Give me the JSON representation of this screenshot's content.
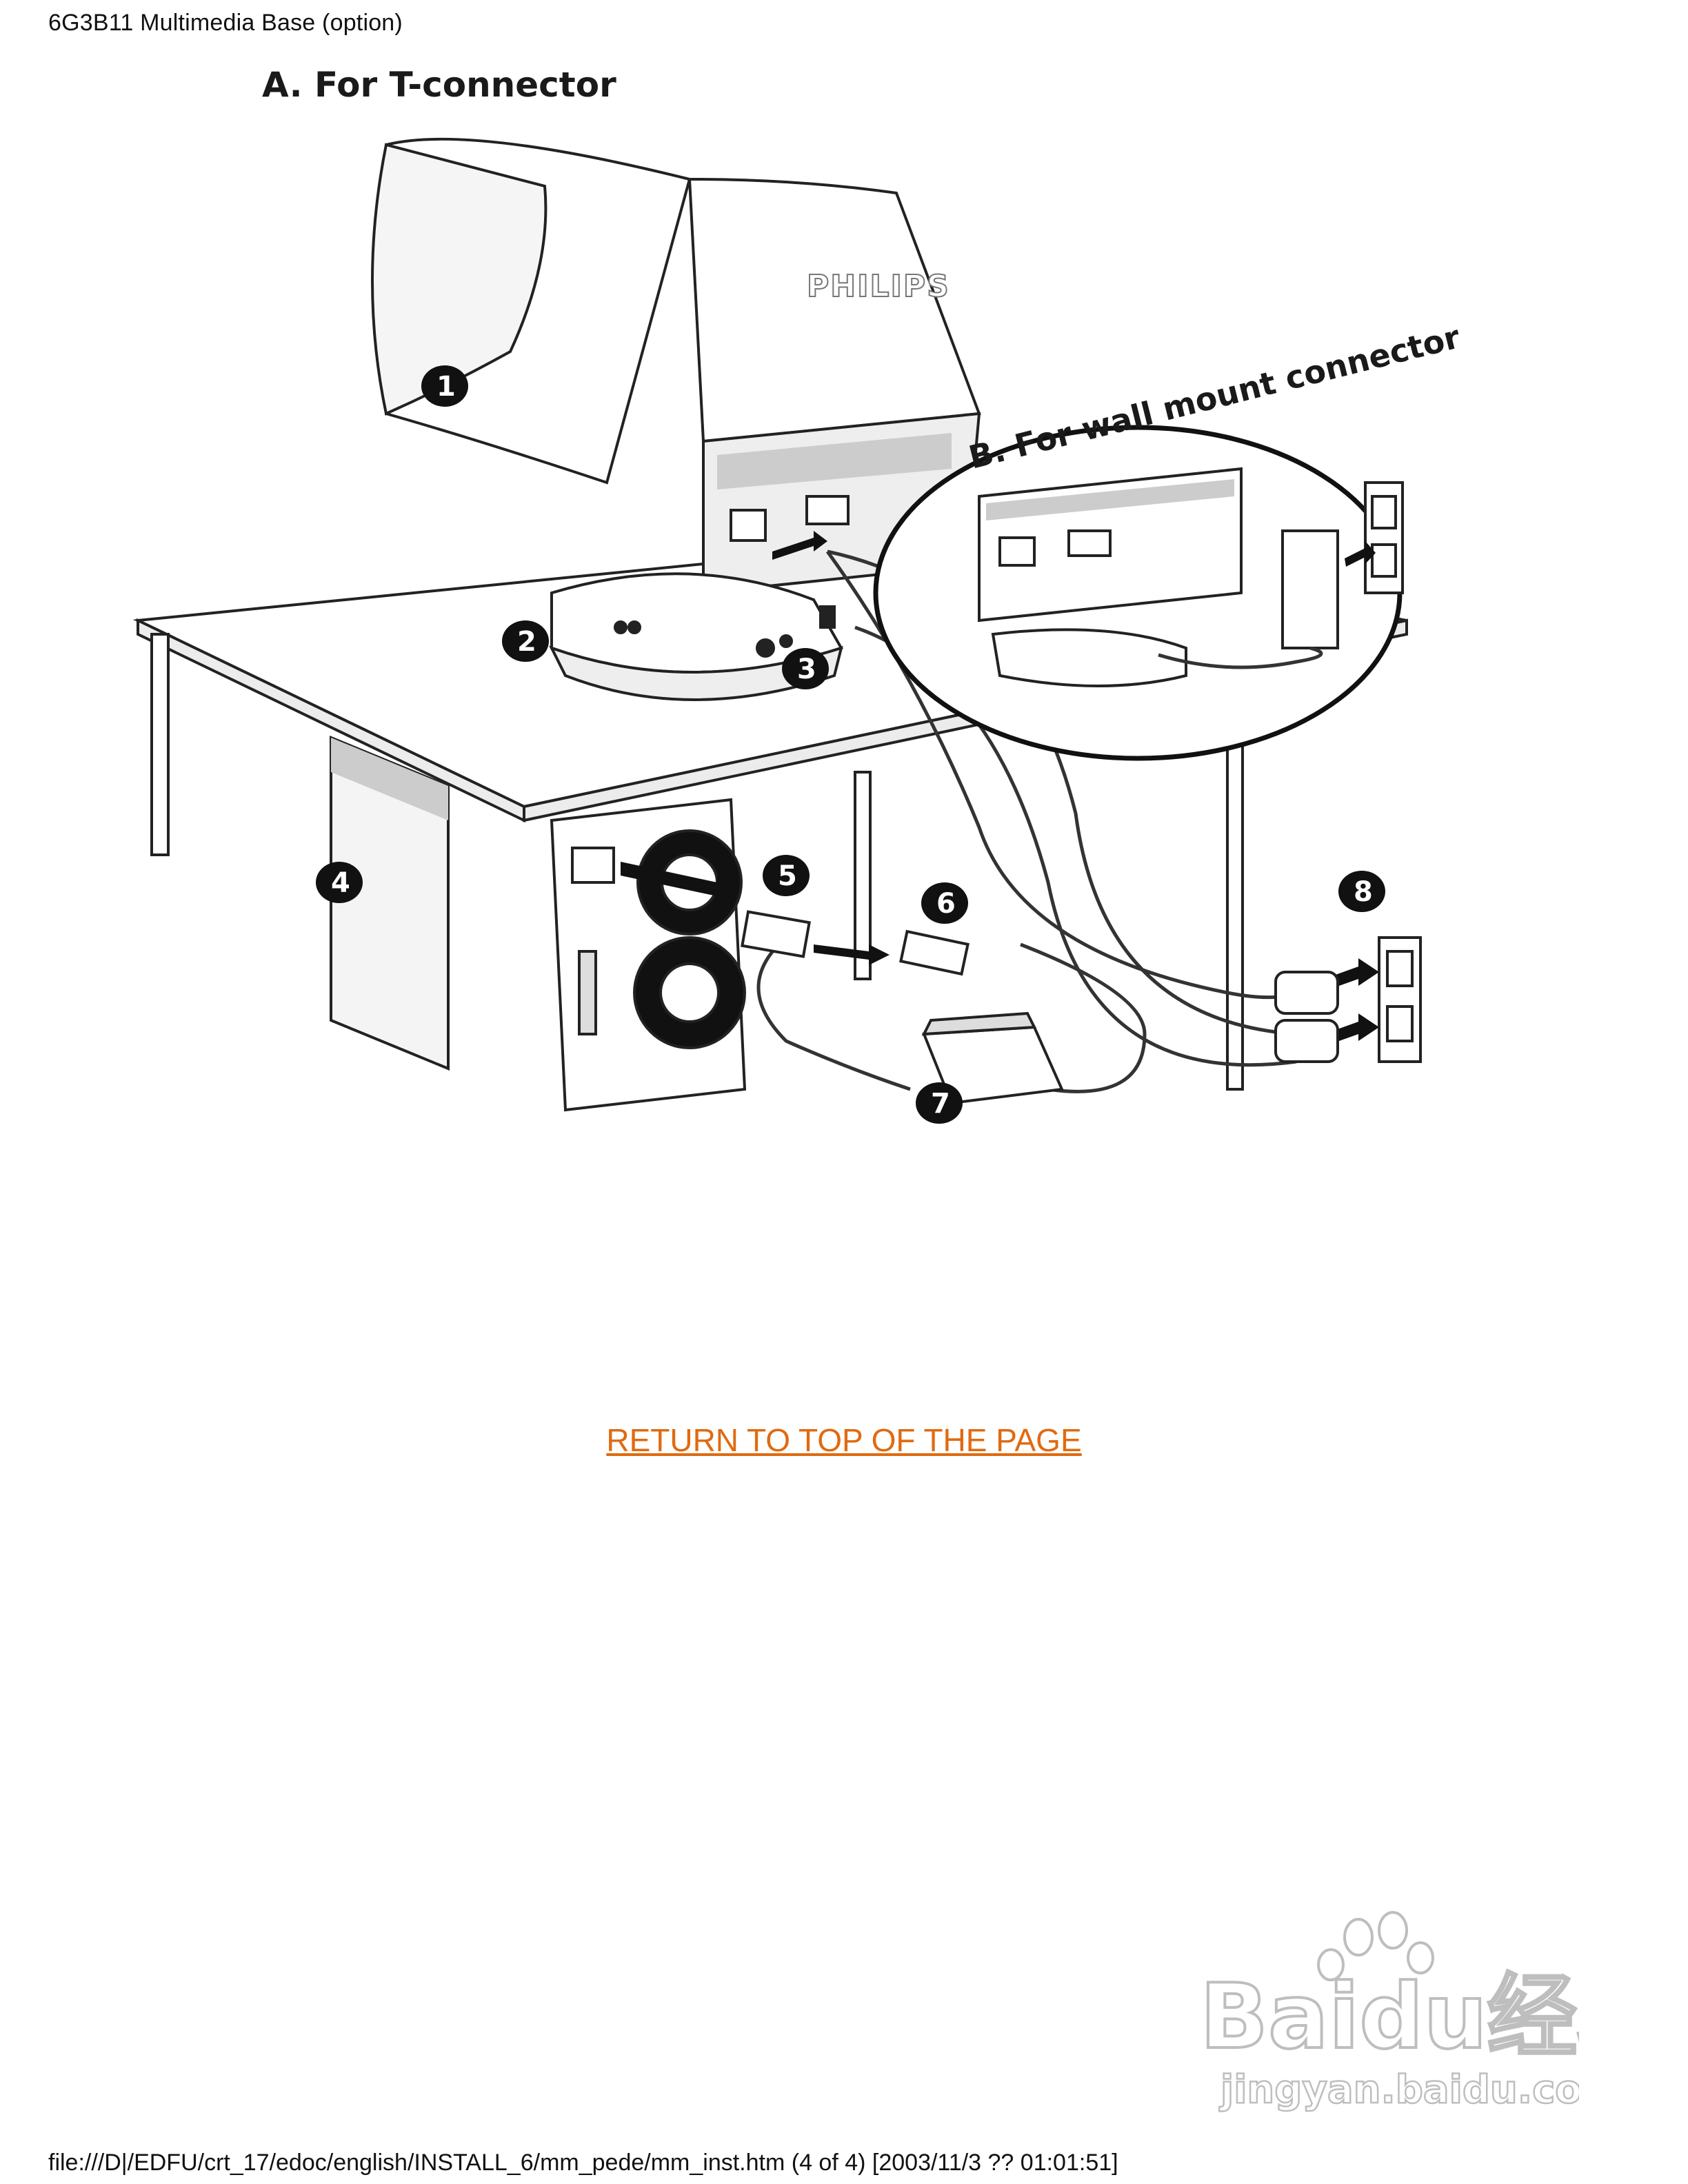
{
  "header": {
    "title": "6G3B11 Multimedia Base (option)"
  },
  "figure": {
    "title_a": "A. For T-connector",
    "title_b": "B. For wall mount connector",
    "brand": "PHILIPS",
    "callouts": [
      "1",
      "2",
      "3",
      "4",
      "5",
      "6",
      "7",
      "8"
    ]
  },
  "return_link": {
    "label": "RETURN TO TOP OF THE PAGE"
  },
  "watermark": {
    "brand": "Baidu经验",
    "url": "jingyan.baidu.com"
  },
  "footer": {
    "path": "file:///D|/EDFU/crt_17/edoc/english/INSTALL_6/mm_pede/mm_inst.htm (4 of 4) [2003/11/3 ?? 01:01:51]"
  }
}
